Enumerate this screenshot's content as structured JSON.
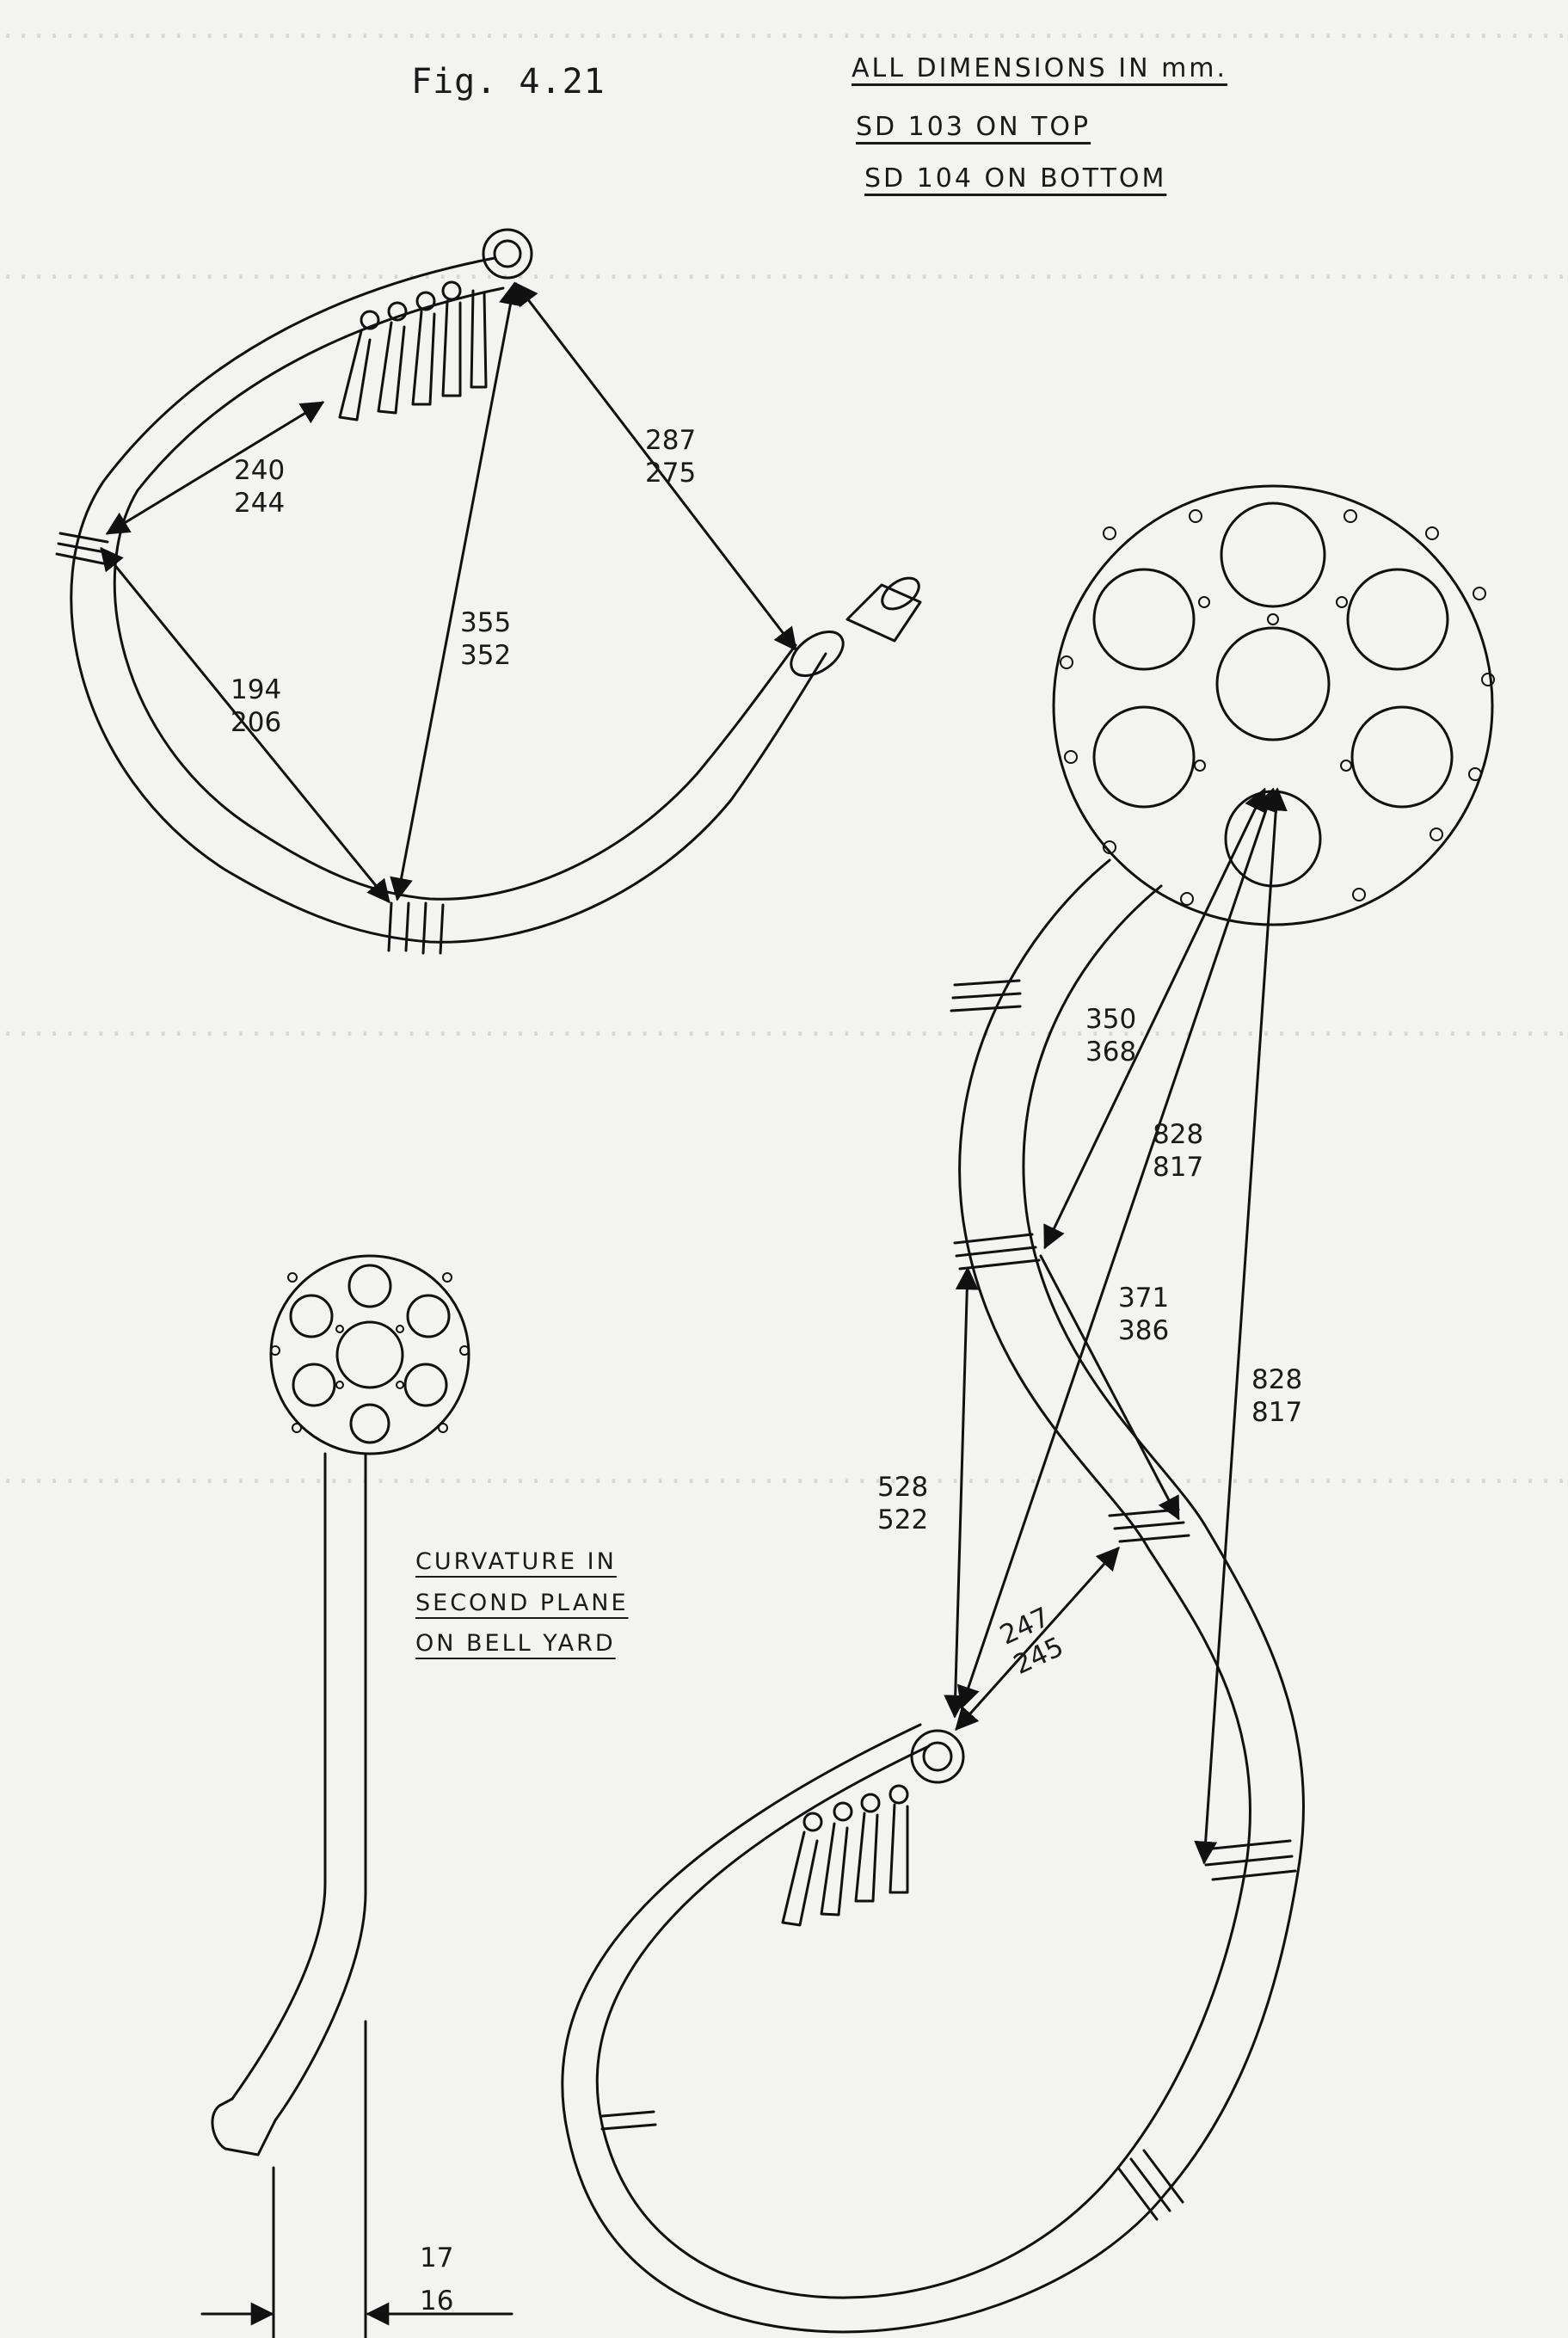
{
  "figure": {
    "title": "Fig. 4.21"
  },
  "notes": {
    "line1": "ALL DIMENSIONS IN mm.",
    "line2": "SD 103 ON TOP",
    "line3": "SD 104 ON BOTTOM"
  },
  "curvature_note": {
    "line1": "CURVATURE IN",
    "line2": "SECOND PLANE",
    "line3": "ON BELL YARD"
  },
  "top_instrument": {
    "dims": [
      {
        "top": "240",
        "bottom": "244"
      },
      {
        "top": "287",
        "bottom": "275"
      },
      {
        "top": "355",
        "bottom": "352"
      },
      {
        "top": "194",
        "bottom": "206"
      }
    ]
  },
  "bottom_instrument": {
    "dims": [
      {
        "top": "350",
        "bottom": "368"
      },
      {
        "top": "828",
        "bottom": "817"
      },
      {
        "top": "371",
        "bottom": "386"
      },
      {
        "top": "828",
        "bottom": "817"
      },
      {
        "top": "528",
        "bottom": "522"
      },
      {
        "top": "247",
        "bottom": "245"
      }
    ]
  },
  "side_view": {
    "dims": [
      {
        "top": "17",
        "bottom": "16"
      }
    ]
  }
}
